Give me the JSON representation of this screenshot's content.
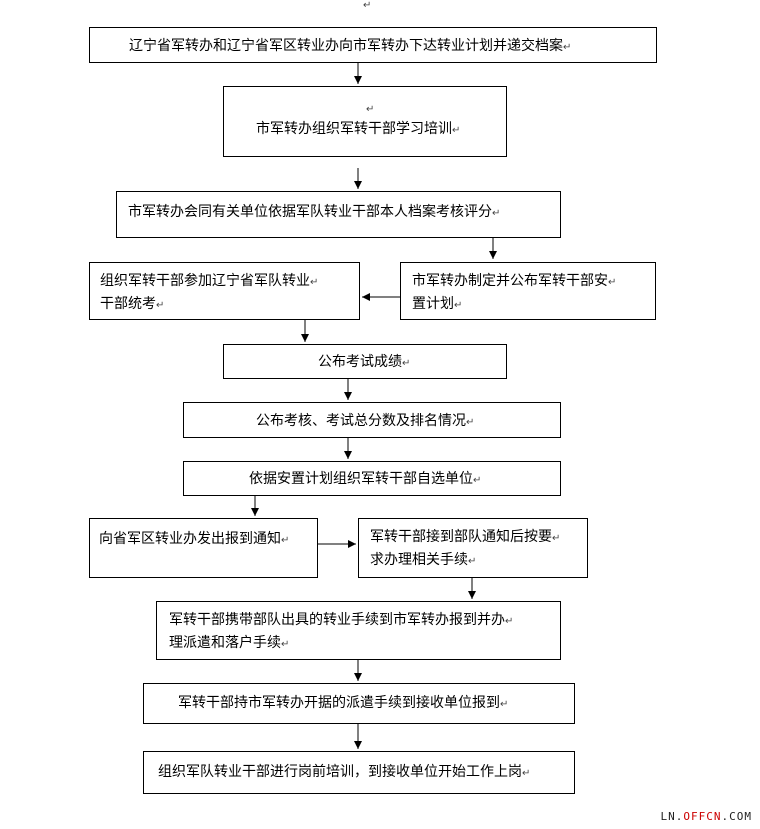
{
  "top_mark": "↵",
  "steps": {
    "s1": "辽宁省军转办和辽宁省军区转业办向市军转办下达转业计划并递交档案",
    "s2_mark": "↵",
    "s2": "市军转办组织军转干部学习培训",
    "s3": "市军转办会同有关单位依据军队转业干部本人档案考核评分",
    "s4_line1": "组织军转干部参加辽宁省军队转业",
    "s4_line2": "干部统考",
    "s5_line1": "市军转办制定并公布军转干部安",
    "s5_line2": "置计划",
    "s6": "公布考试成绩",
    "s7": "公布考核、考试总分数及排名情况",
    "s8": "依据安置计划组织军转干部自选单位",
    "s9": "向省军区转业办发出报到通知",
    "s10_line1": "军转干部接到部队通知后按要",
    "s10_line2": "求办理相关手续",
    "s11_line1": "军转干部携带部队出具的转业手续到市军转办报到并办",
    "s11_line2": "理派遣和落户手续",
    "s12": "军转干部持市军转办开据的派遣手续到接收单位报到",
    "s13": "组织军队转业干部进行岗前培训，到接收单位开始工作上岗"
  },
  "para_mark": "↵",
  "watermark": {
    "part1": "LN.",
    "part2": "OFFCN",
    "part3": ".COM"
  }
}
